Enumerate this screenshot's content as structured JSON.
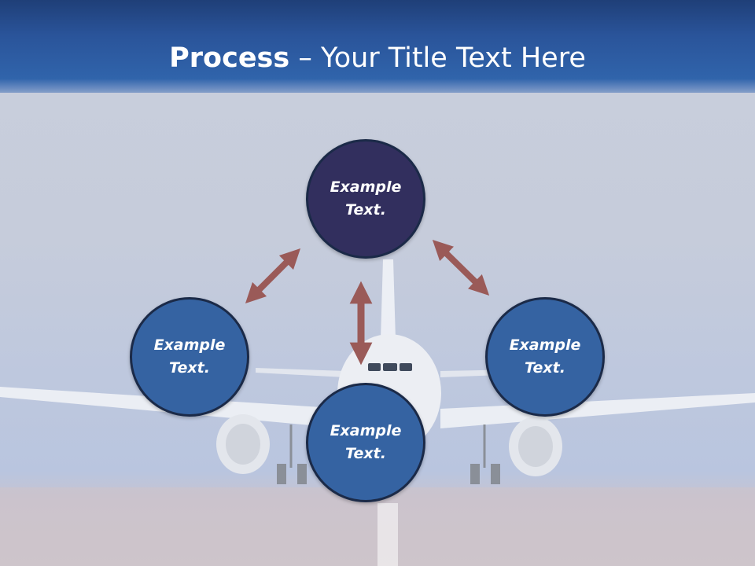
{
  "title": {
    "bold": "Process",
    "rest": " – Your Title Text Here"
  },
  "nodes": {
    "top": "Example Text.",
    "left": "Example Text.",
    "right": "Example Text.",
    "bottom": "Example Text."
  },
  "colors": {
    "title_band": "#2a549a",
    "node_top": "#322f5e",
    "node_other": "#3563a2",
    "node_border": "#1b2a48",
    "arrow": "#9a5a58"
  },
  "icons": {
    "background": "airplane-photo",
    "connectors": "double-headed-arrow"
  }
}
